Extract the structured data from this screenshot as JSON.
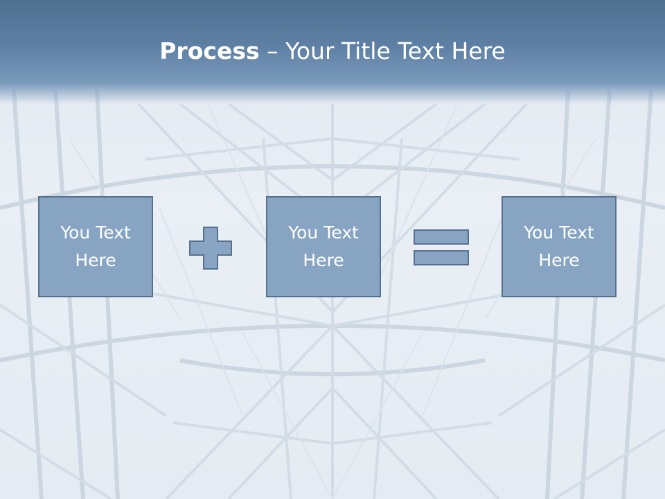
{
  "title": {
    "strong": "Process",
    "dash": " – ",
    "rest": "Your Title Text Here"
  },
  "boxes": [
    {
      "text": "You Text Here"
    },
    {
      "text": "You Text Here"
    },
    {
      "text": "You Text Here"
    }
  ],
  "operators": {
    "plus_icon": "plus-icon",
    "equals_icon": "equals-icon"
  },
  "colors": {
    "header": "#5e80a4",
    "box_fill": "#87a5c2",
    "box_border": "#56718e",
    "text": "#ffffff"
  }
}
